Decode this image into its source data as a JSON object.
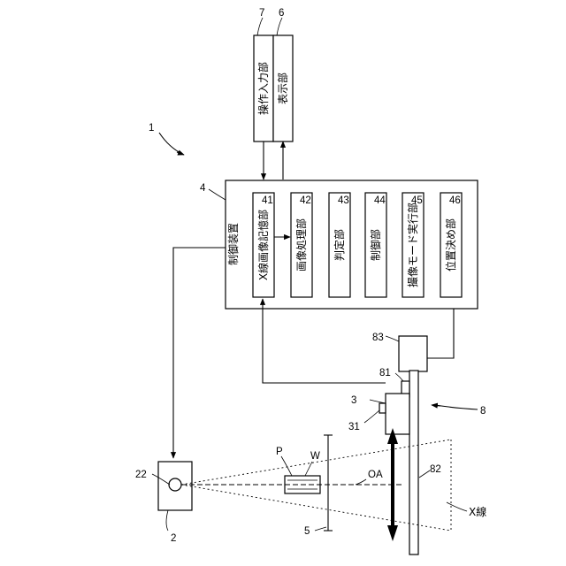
{
  "labels": {
    "system_ref": "1",
    "source_ref": "2",
    "source_focus_ref": "22",
    "camera_ref": "3",
    "camera_lens_ref": "31",
    "control_ref": "4",
    "shield_ref": "5",
    "display_ref": "6",
    "input_ref": "7",
    "stage_ref": "8",
    "stage_mount_ref": "81",
    "stage_rail_ref": "82",
    "stage_drive_ref": "83",
    "unit41_ref": "41",
    "unit42_ref": "42",
    "unit43_ref": "43",
    "unit44_ref": "44",
    "unit45_ref": "45",
    "unit46_ref": "46",
    "sample_p": "P",
    "sample_w": "W",
    "axis_oa": "OA",
    "xray_label": "X線"
  },
  "texts": {
    "control_title": "制御装置",
    "unit41": "X線画像記憶部",
    "unit42": "画像処理部",
    "unit43": "判定部",
    "unit44": "制御部",
    "unit45": "撮像モード実行部",
    "unit46": "位置決め部",
    "display": "表示部",
    "input": "操作入力部"
  }
}
